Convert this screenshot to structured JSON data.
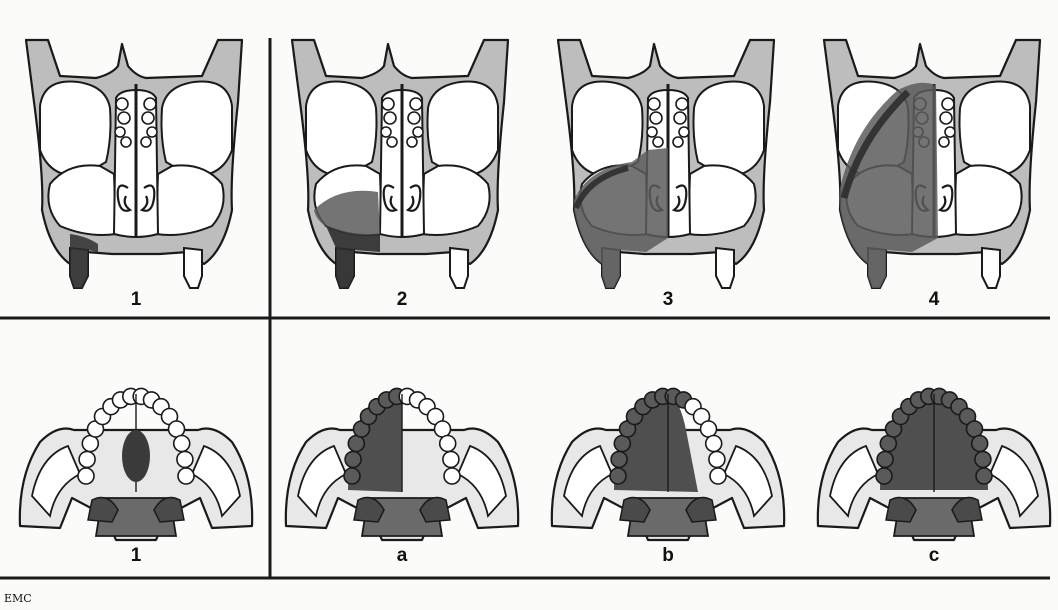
{
  "panels": {
    "top": [
      {
        "label": "1",
        "stage": 1
      },
      {
        "label": "2",
        "stage": 2
      },
      {
        "label": "3",
        "stage": 3
      },
      {
        "label": "4",
        "stage": 4
      }
    ],
    "bottom": [
      {
        "label": "1",
        "variant": "none"
      },
      {
        "label": "a",
        "variant": "half"
      },
      {
        "label": "b",
        "variant": "extended"
      },
      {
        "label": "c",
        "variant": "full"
      }
    ]
  },
  "logo_text": "EMC",
  "colors": {
    "bone": "#bdbdbd",
    "lesion": "#5c5c5c",
    "lesion_dark": "#2e2e2e",
    "palate": "#cfcfcf",
    "line": "#1a1a1a",
    "background": "#fbfbf9"
  }
}
